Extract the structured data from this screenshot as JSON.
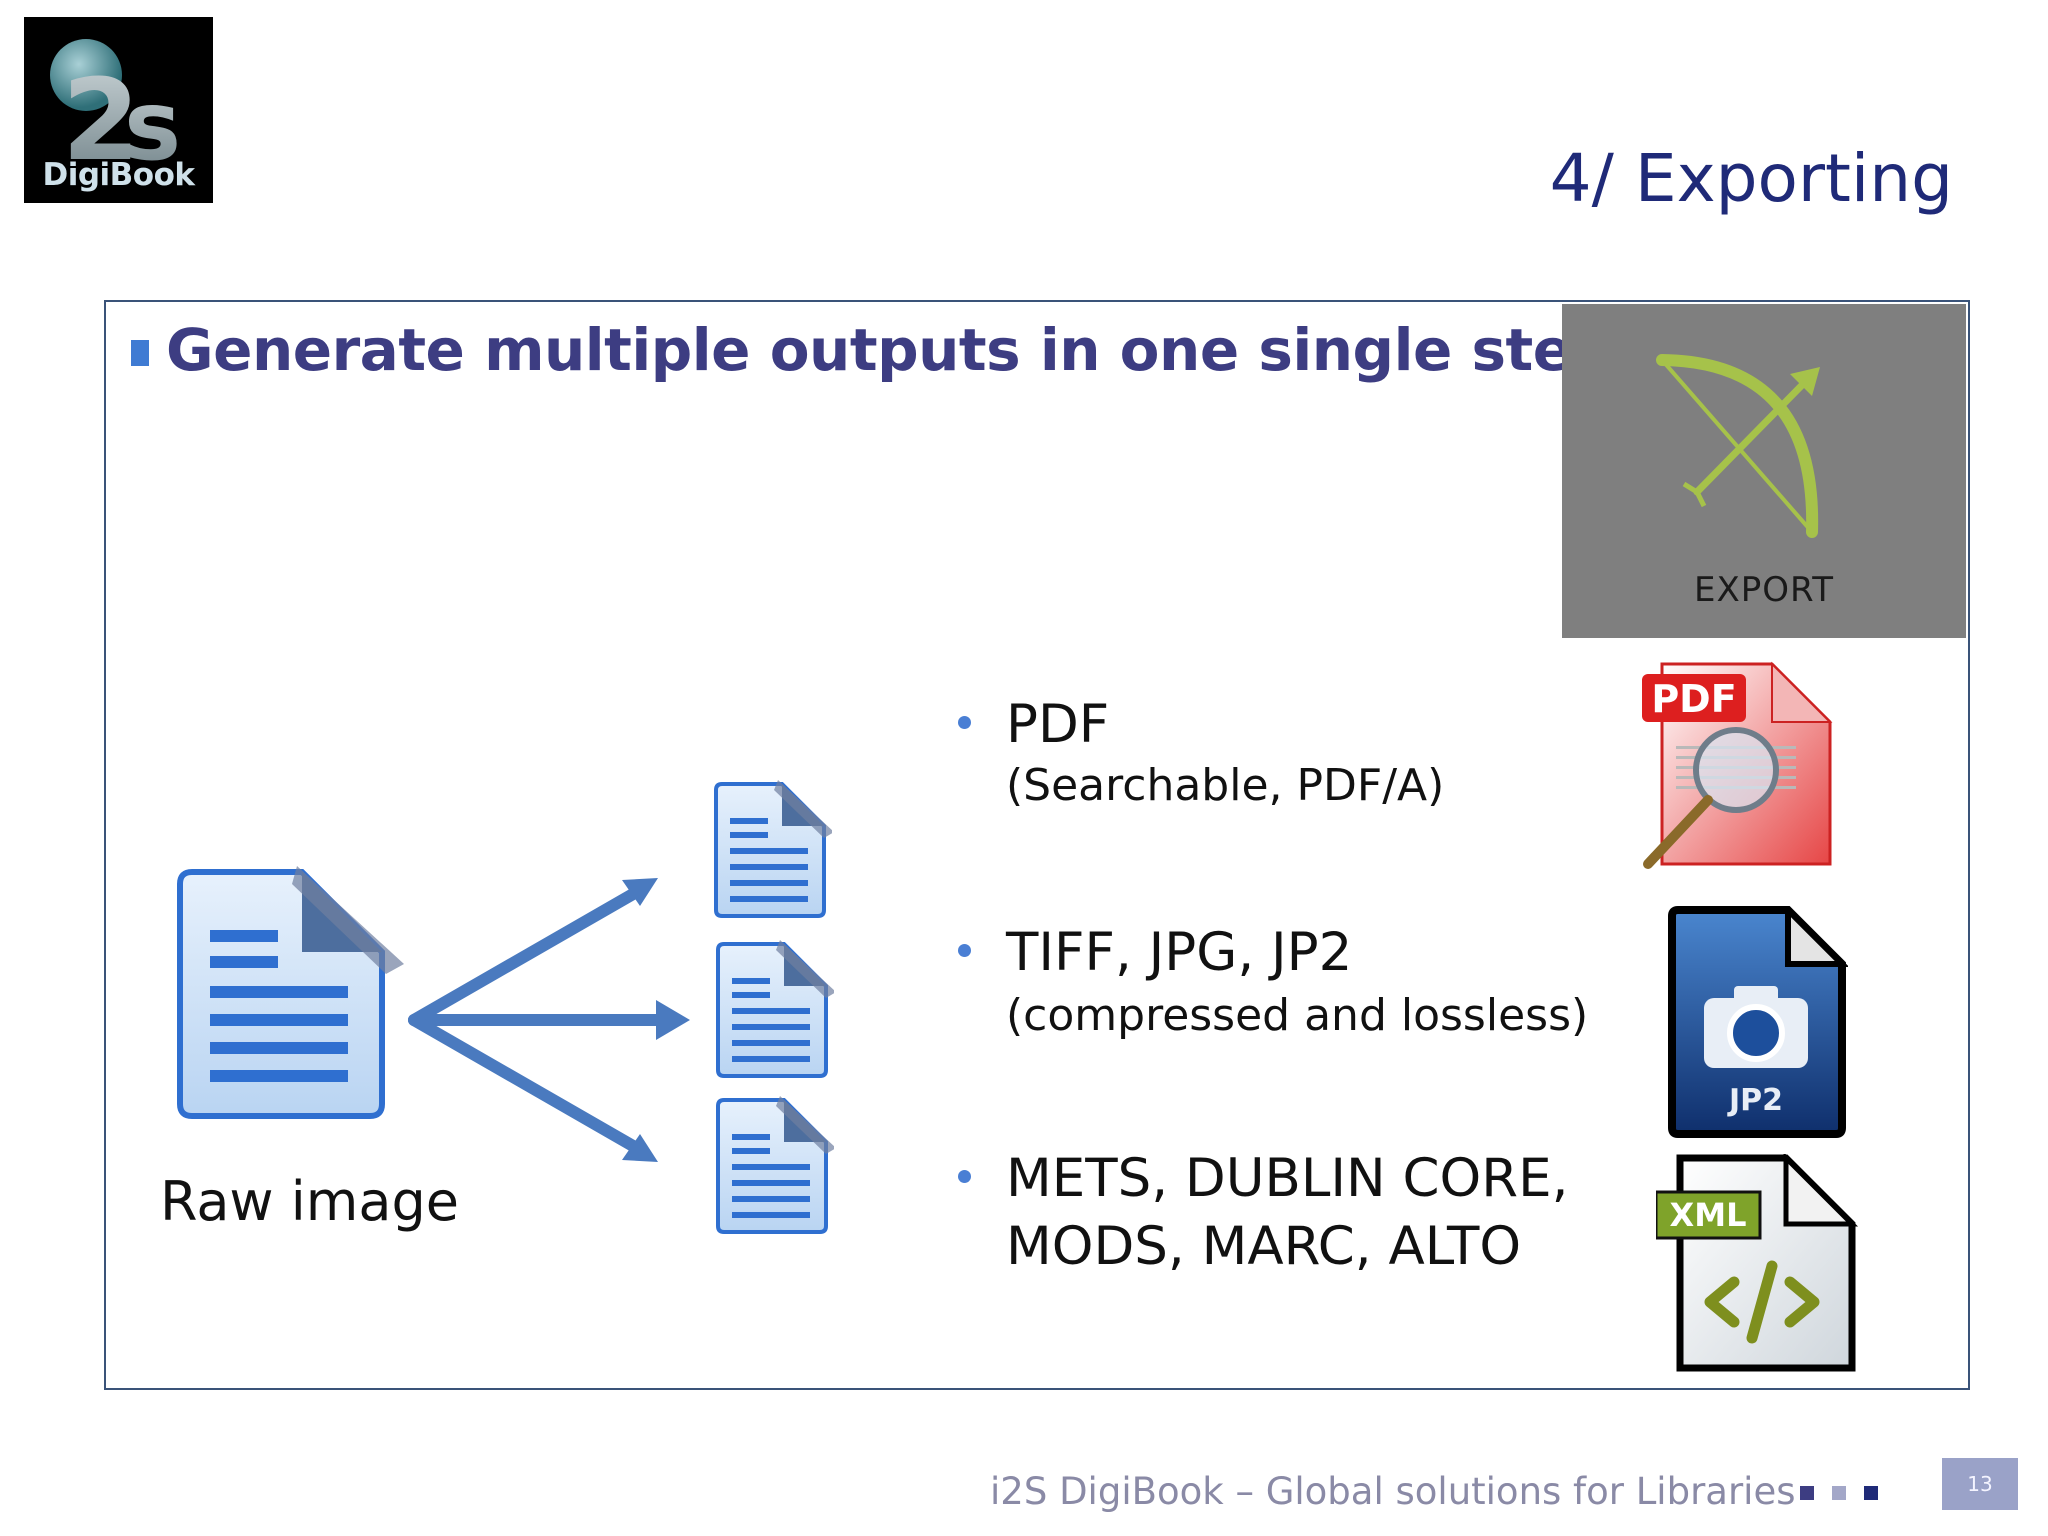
{
  "logo": {
    "label": "DigiBook"
  },
  "slide": {
    "title": "4/ Exporting"
  },
  "heading": "Generate multiple outputs in one single step:",
  "export_tile": {
    "label": "EXPORT"
  },
  "raw_image": {
    "label": "Raw image"
  },
  "formats": [
    {
      "main": "PDF",
      "sub": "(Searchable, PDF/A)"
    },
    {
      "main": "TIFF, JPG, JP2",
      "sub": "(compressed and lossless)"
    },
    {
      "main": "METS, DUBLIN CORE,",
      "sub": "MODS, MARC, ALTO"
    }
  ],
  "icons": {
    "pdf": "PDF",
    "jp2": "JP2",
    "xml": "XML"
  },
  "footer": {
    "text": "i2S DigiBook – Global solutions for Libraries",
    "page": "13"
  },
  "colors": {
    "title": "#1f2a78",
    "heading": "#3d3d82",
    "accent": "#3f7bd3",
    "frame": "#3a5379",
    "footer": "#8a8aa6"
  }
}
